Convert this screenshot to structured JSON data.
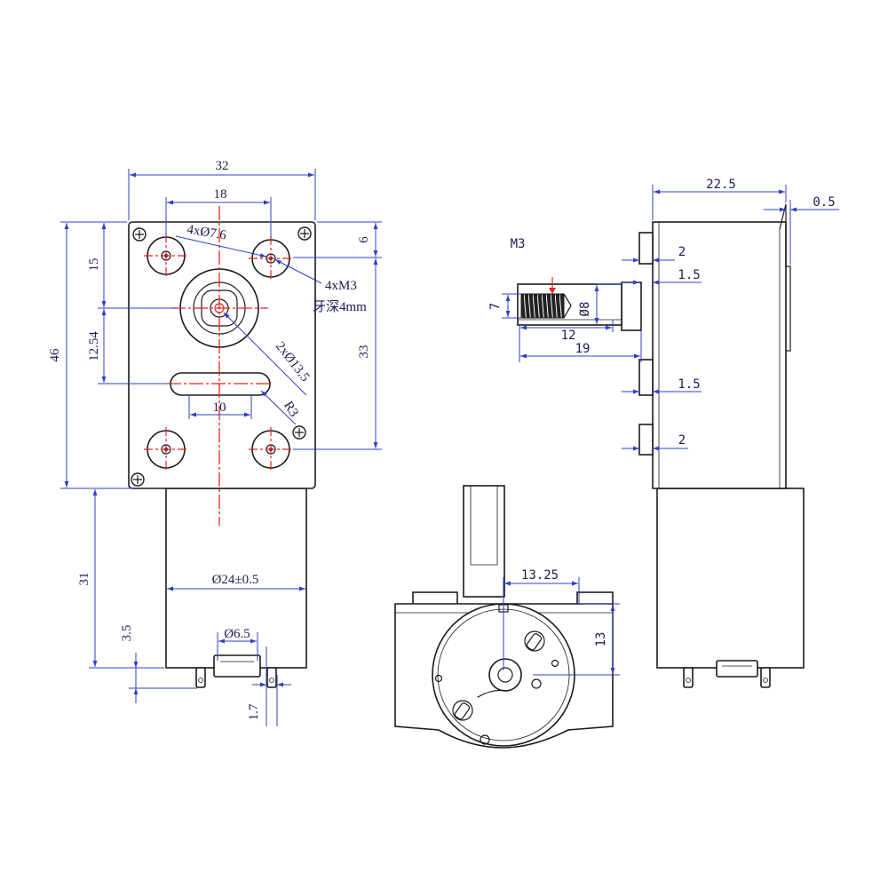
{
  "colors": {
    "outline": "#1a1a1a",
    "dimension": "#2f3fc8",
    "centerline": "#e8231f",
    "label": "#1b1b55",
    "background": "#ffffff"
  },
  "front_view": {
    "width_overall": "32",
    "hole_spacing_x": "18",
    "hole_diameter": "4xØ7.6",
    "top_offset": "6",
    "hole_offset_y": "15",
    "thread": "4xM3",
    "thread_depth": "牙深4mm",
    "height_overall": "46",
    "hole_spacing_y": "33",
    "shaft_to_slot": "12.54",
    "boss_diameter": "2xØ13.5",
    "slot_length": "10",
    "slot_radius": "R3",
    "motor_length": "31",
    "motor_diameter": "Ø24±0.5",
    "terminal_height": "3.5",
    "terminal_spacing": "Ø6.5",
    "terminal_width": "1.7"
  },
  "side_view": {
    "depth_overall": "22.5",
    "plate_step": "0.5",
    "shaft_thread": "M3",
    "bump_top": "2",
    "bump_top_gap": "1.5",
    "thread_diameter": "7",
    "shaft_diameter": "Ø8",
    "thread_length": "12",
    "shaft_length": "19",
    "bump_lower_gap": "1.5",
    "bump_lower": "2"
  },
  "end_view": {
    "shaft_offset_x": "13.25",
    "shaft_offset_y": "13"
  }
}
